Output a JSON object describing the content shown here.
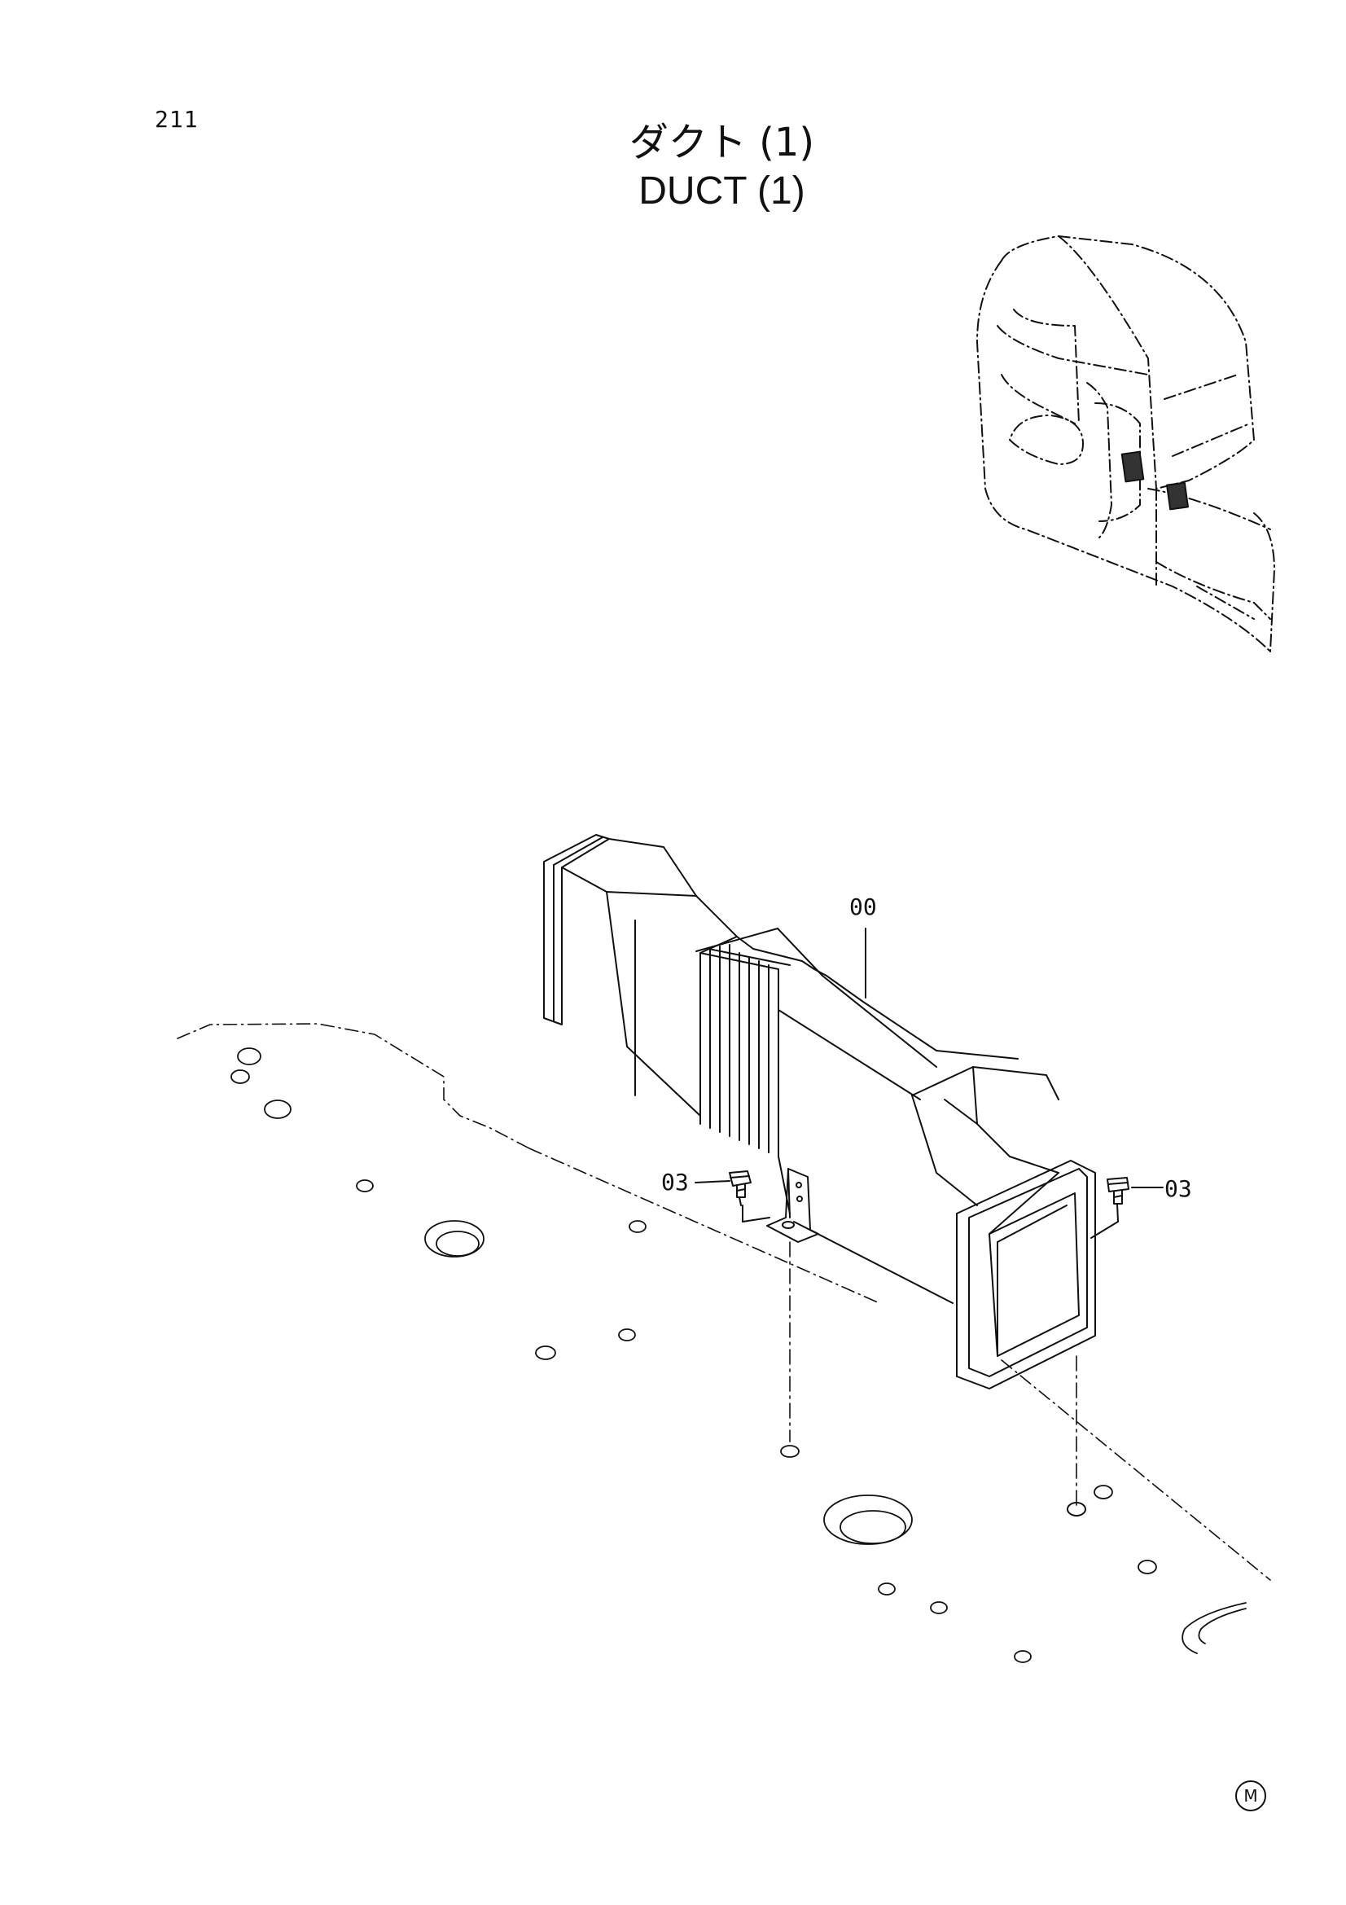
{
  "page": {
    "number": "211",
    "title_jp": "ダクト (1)",
    "title_en": "DUCT (1)",
    "mark": "M"
  },
  "callouts": [
    {
      "id": "duct",
      "label": "00"
    },
    {
      "id": "bolt-left",
      "label": "03"
    },
    {
      "id": "bolt-right",
      "label": "03"
    }
  ],
  "colors": {
    "line": "#111111",
    "background": "#ffffff"
  }
}
